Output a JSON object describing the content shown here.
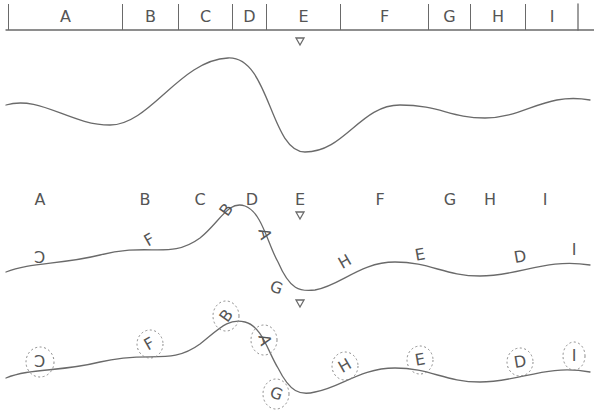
{
  "diagram": {
    "nodes": [
      {
        "text": [
          "A"
        ]
      },
      {
        "text": [
          "B"
        ]
      },
      {
        "text": [
          "C"
        ]
      },
      {
        "text": [
          "D"
        ]
      },
      {
        "text": [
          "E"
        ]
      },
      {
        "text": [
          "F"
        ]
      },
      {
        "text": [
          "G"
        ]
      },
      {
        "text": [
          "H"
        ]
      },
      {
        "text": [
          "I"
        ]
      }
    ],
    "labels": [
      "A",
      "B",
      "C",
      "D",
      "E",
      "F",
      "G",
      "H",
      "I",
      "C",
      "F",
      "B",
      "A",
      "G",
      "H",
      "E",
      "D",
      "I",
      "C",
      "F",
      "B",
      "A",
      "G",
      "H",
      "E",
      "D",
      "I"
    ]
  }
}
